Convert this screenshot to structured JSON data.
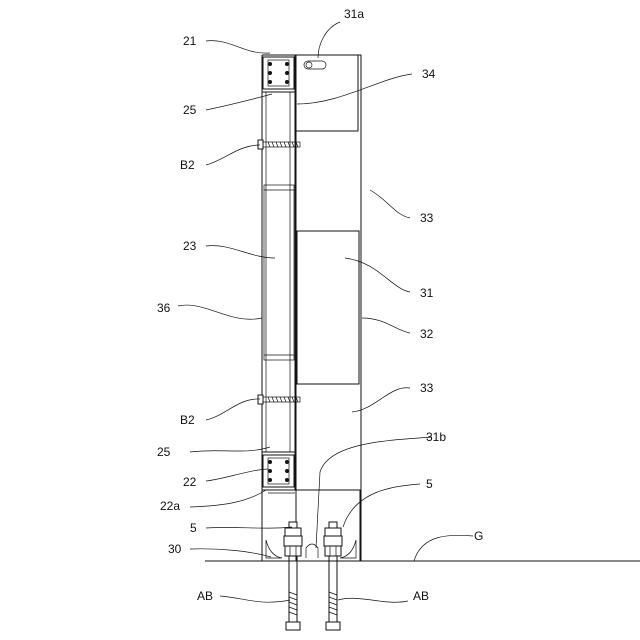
{
  "labels": {
    "l21": "21",
    "l31a": "31a",
    "l34": "34",
    "l25_top": "25",
    "l_b2_top": "B2",
    "l33_top": "33",
    "l23": "23",
    "l31": "31",
    "l36": "36",
    "l32": "32",
    "l33_bottom": "33",
    "l_b2_bottom": "B2",
    "l31b": "31b",
    "l25_bottom": "25",
    "l22": "22",
    "l5_right": "5",
    "l22a": "22a",
    "l5_left": "5",
    "lG": "G",
    "l30": "30",
    "l_ab_left": "AB",
    "l_ab_right": "AB"
  }
}
